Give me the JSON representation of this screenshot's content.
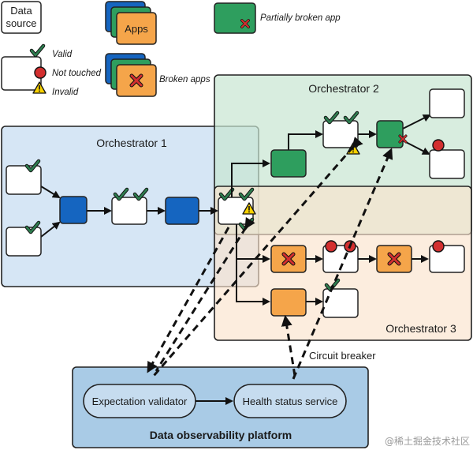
{
  "legend": {
    "data_source": [
      "Data",
      "source"
    ],
    "apps": "Apps",
    "broken_apps": "Broken apps",
    "partially_broken_app": "Partially broken app",
    "valid": "Valid",
    "not_touched": "Not touched",
    "invalid": "Invalid"
  },
  "regions": {
    "orchestrator_1": "Orchestrator 1",
    "orchestrator_2": "Orchestrator 2",
    "orchestrator_3": "Orchestrator 3",
    "platform": "Data observability platform"
  },
  "services": {
    "expectation_validator": "Expectation validator",
    "health_status_service": "Health status service"
  },
  "labels": {
    "circuit_breaker": "Circuit breaker"
  },
  "watermark": "@稀土掘金技术社区",
  "colors": {
    "orchestrator_1_fill": "#cfe2f3",
    "orchestrator_2_fill": "#d5ebdd",
    "orchestrator_3_fill": "#fbe8d6",
    "platform_fill": "#a9cbe6",
    "app_blue": "#1565c0",
    "app_green": "#2e9e5e",
    "app_orange": "#f5a54a",
    "check_green": "#2e7d4f",
    "circle_red": "#d32f2f",
    "warning_yellow": "#f8d100"
  }
}
